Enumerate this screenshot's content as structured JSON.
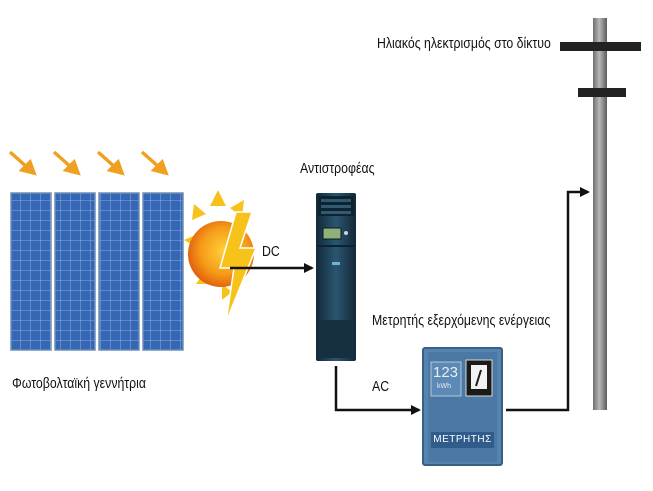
{
  "labels": {
    "grid": "Ηλιακός ηλεκτρισμός στο δίκτυο",
    "inverter": "Αντιστροφέας",
    "dc": "DC",
    "meter": "Μετρητής εξερχόμενης ενέργειας",
    "ac": "AC",
    "pv": "Φωτοβολταϊκή γεννήτρια"
  },
  "meter_display": {
    "reading": "123",
    "unit": "kWh",
    "caption": "ΜΕΤΡΗΤΗΣ"
  },
  "icons": [
    "sun-ray-arrow-icon",
    "solar-panel-icon",
    "sun-icon",
    "inverter-icon",
    "energy-meter-icon",
    "utility-pole-icon"
  ],
  "colors": {
    "panel_blue": "#2f5fa8",
    "sun_orange": "#f08a10",
    "sun_yellow": "#f7c21a",
    "ray_orange": "#f0a020",
    "inverter_dark": "#1e3f56",
    "meter_blue": "#4a7aa8",
    "pole_gray": "#8a8a8a",
    "line_black": "#111111"
  }
}
